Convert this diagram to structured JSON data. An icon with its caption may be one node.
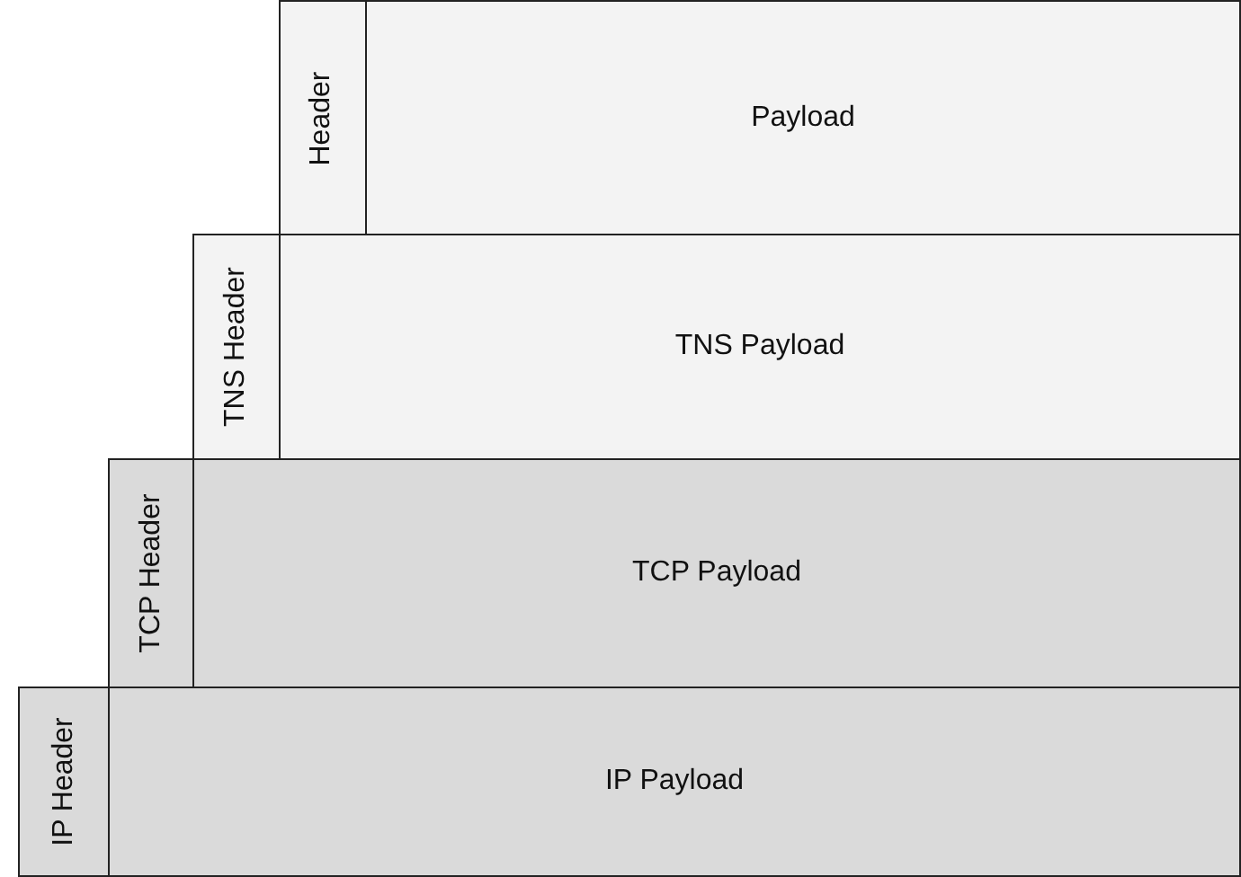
{
  "diagram": {
    "nodes": [
      {
        "text": [
          "Header"
        ]
      },
      {
        "text": [
          "Payload"
        ]
      },
      {
        "text": [
          "TNS Header"
        ]
      },
      {
        "text": [
          "TNS Payload"
        ]
      },
      {
        "text": [
          "TCP Header"
        ]
      },
      {
        "text": [
          "TCP Payload"
        ]
      },
      {
        "text": [
          "IP Header"
        ]
      },
      {
        "text": [
          "IP Payload"
        ]
      }
    ]
  }
}
